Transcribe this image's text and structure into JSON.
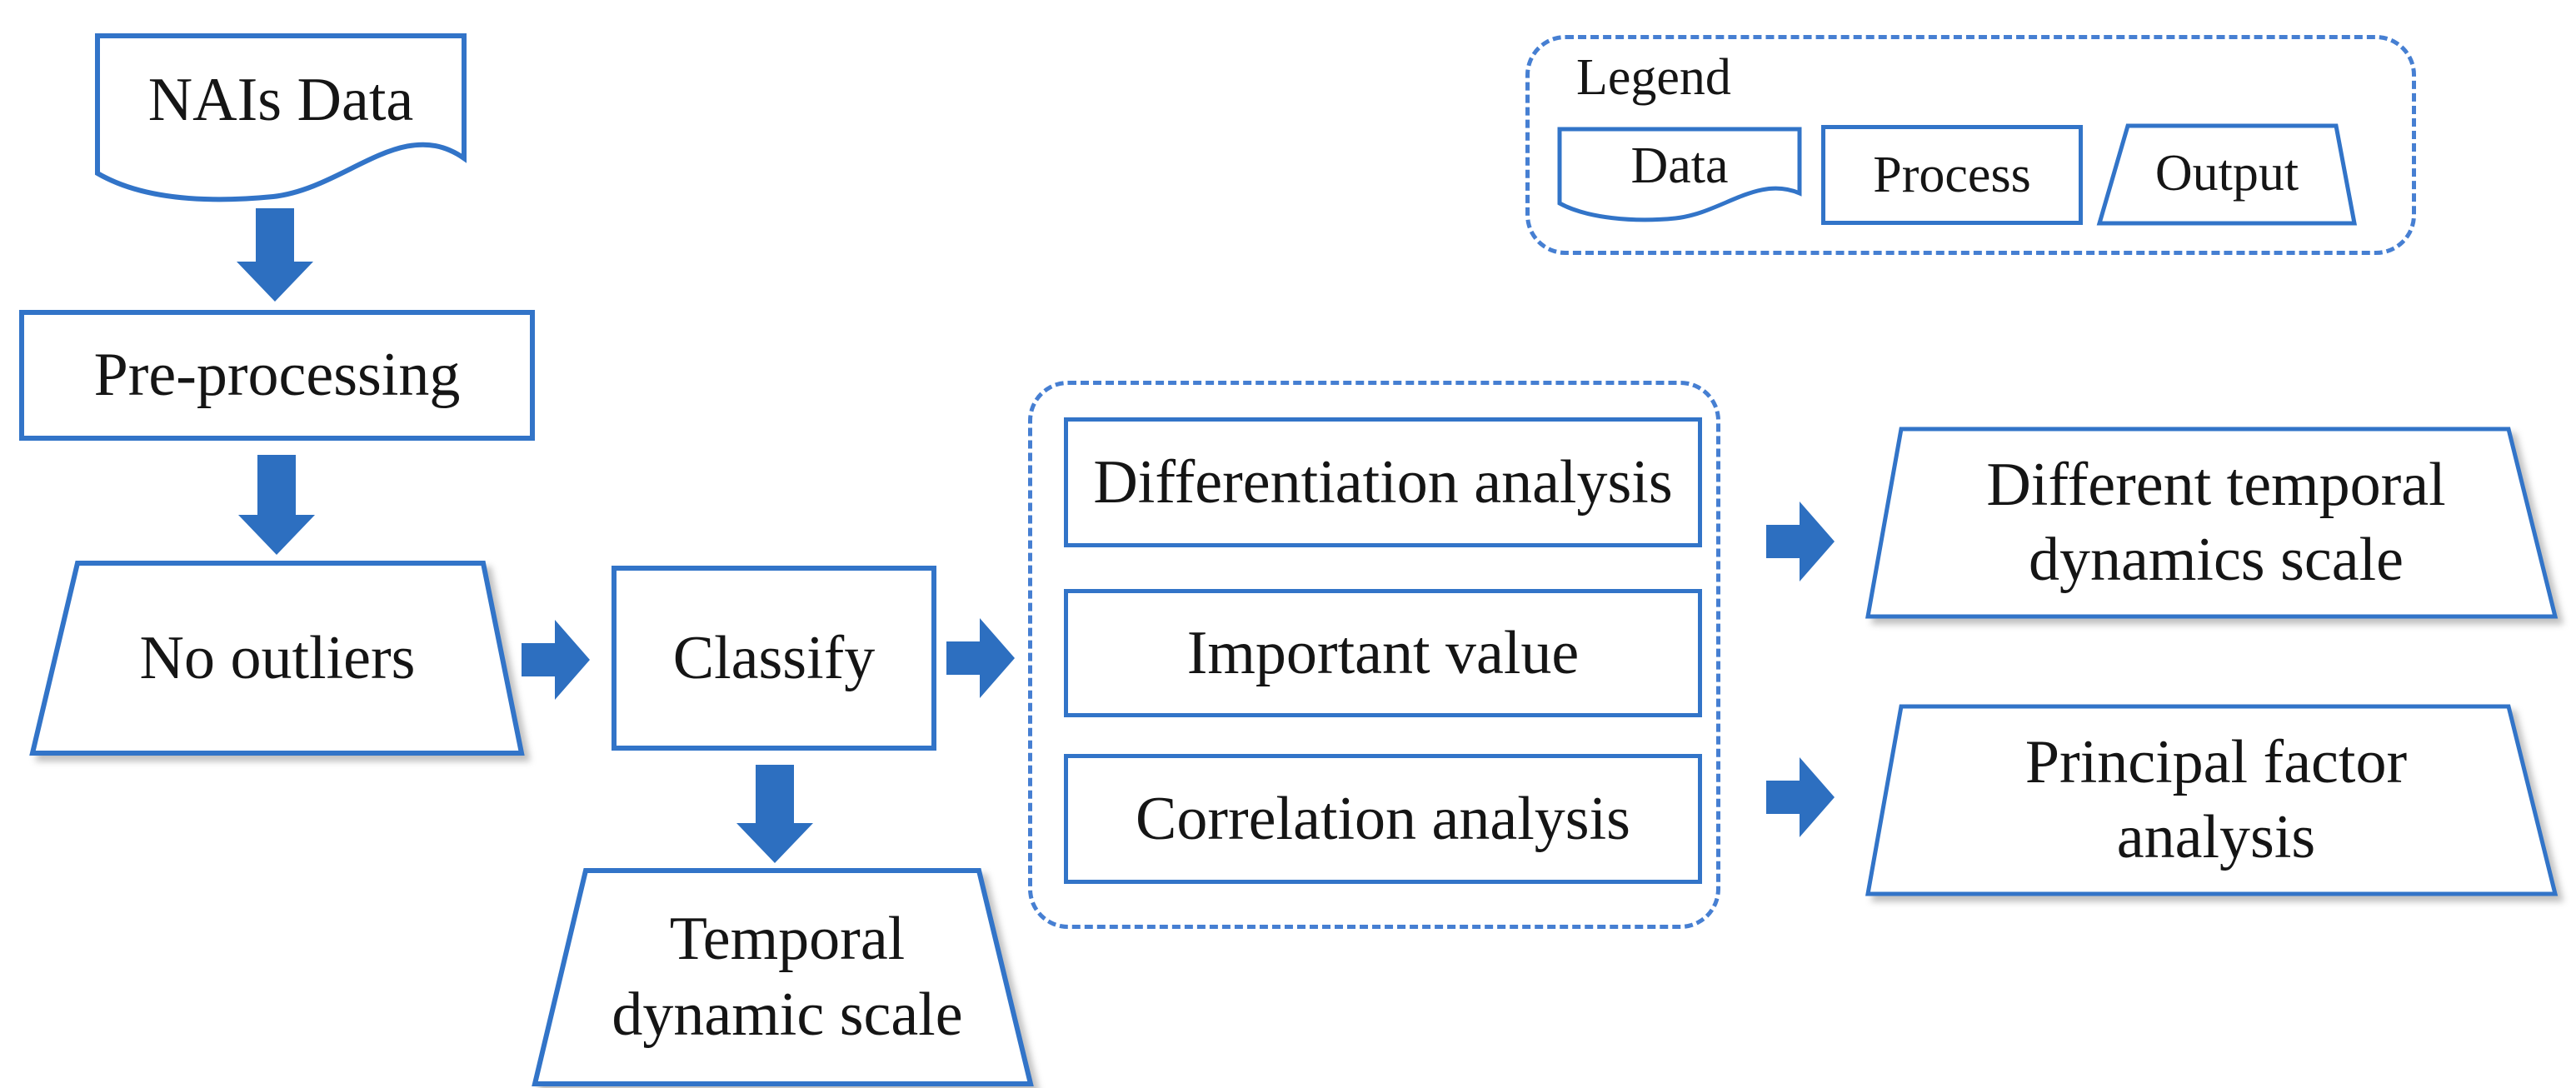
{
  "figure": {
    "colors": {
      "arrow": "#2d6fc0",
      "border": "#3274c8",
      "dash": "#467fd2",
      "text": "#151515",
      "bg": "#ffffff"
    },
    "legend": {
      "title": "Legend",
      "items": [
        {
          "label": "Data",
          "shape": "document"
        },
        {
          "label": "Process",
          "shape": "rectangle"
        },
        {
          "label": "Output",
          "shape": "trapezoid"
        }
      ]
    },
    "nodes": {
      "nais_data": {
        "label": "NAIs Data",
        "shape": "document",
        "type": "data"
      },
      "pre_processing": {
        "label": "Pre-processing",
        "shape": "rectangle",
        "type": "process"
      },
      "no_outliers": {
        "label": "No outliers",
        "shape": "trapezoid",
        "type": "output"
      },
      "classify": {
        "label": "Classify",
        "shape": "rectangle",
        "type": "process"
      },
      "temporal_dynamic_scale": {
        "label": "Temporal dynamic scale",
        "line1": "Temporal",
        "line2": "dynamic scale",
        "shape": "trapezoid",
        "type": "output"
      },
      "differentiation_analysis": {
        "label": "Differentiation analysis",
        "shape": "rectangle",
        "type": "process"
      },
      "important_value": {
        "label": "Important value",
        "shape": "rectangle",
        "type": "process"
      },
      "correlation_analysis": {
        "label": "Correlation analysis",
        "shape": "rectangle",
        "type": "process"
      },
      "different_temporal_dynamics_scale": {
        "label": "Different temporal dynamics scale",
        "line1": "Different temporal",
        "line2": "dynamics scale",
        "shape": "trapezoid",
        "type": "output"
      },
      "principal_factor_analysis": {
        "label": "Principal factor analysis",
        "line1": "Principal factor",
        "line2": "analysis",
        "shape": "trapezoid",
        "type": "output"
      }
    },
    "groups": {
      "analysis_group": [
        "differentiation_analysis",
        "important_value",
        "correlation_analysis"
      ]
    },
    "edges": [
      {
        "from": "nais_data",
        "to": "pre_processing",
        "direction": "down"
      },
      {
        "from": "pre_processing",
        "to": "no_outliers",
        "direction": "down"
      },
      {
        "from": "no_outliers",
        "to": "classify",
        "direction": "right"
      },
      {
        "from": "classify",
        "to": "analysis_group",
        "direction": "right"
      },
      {
        "from": "classify",
        "to": "temporal_dynamic_scale",
        "direction": "down"
      },
      {
        "from": "analysis_group",
        "to": "different_temporal_dynamics_scale",
        "direction": "right"
      },
      {
        "from": "analysis_group",
        "to": "principal_factor_analysis",
        "direction": "right"
      }
    ]
  }
}
